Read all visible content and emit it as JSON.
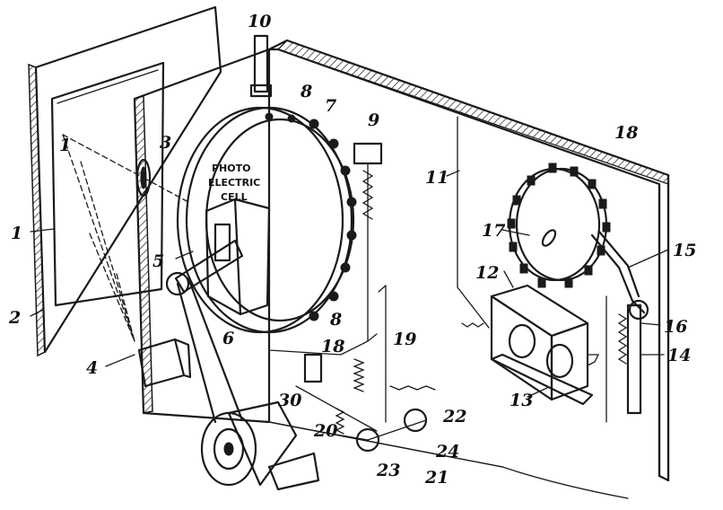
{
  "figure": {
    "cell_label_lines": [
      "PHOTO",
      "ELECTRIC",
      "CELL"
    ],
    "callouts": [
      {
        "id": "c1",
        "text": "1"
      },
      {
        "id": "c1b",
        "text": "1"
      },
      {
        "id": "c2",
        "text": "2"
      },
      {
        "id": "c3",
        "text": "3"
      },
      {
        "id": "c4",
        "text": "4"
      },
      {
        "id": "c5",
        "text": "5"
      },
      {
        "id": "c6",
        "text": "6"
      },
      {
        "id": "c7",
        "text": "7"
      },
      {
        "id": "c8a",
        "text": "8"
      },
      {
        "id": "c8b",
        "text": "8"
      },
      {
        "id": "c9",
        "text": "9"
      },
      {
        "id": "c10",
        "text": "10"
      },
      {
        "id": "c11",
        "text": "11"
      },
      {
        "id": "c12",
        "text": "12"
      },
      {
        "id": "c13",
        "text": "13"
      },
      {
        "id": "c14",
        "text": "14"
      },
      {
        "id": "c15",
        "text": "15"
      },
      {
        "id": "c16",
        "text": "16"
      },
      {
        "id": "c17",
        "text": "17"
      },
      {
        "id": "c18",
        "text": "18"
      },
      {
        "id": "c18b",
        "text": "18"
      },
      {
        "id": "c19",
        "text": "19"
      },
      {
        "id": "c20",
        "text": "20"
      },
      {
        "id": "c21",
        "text": "21"
      },
      {
        "id": "c22",
        "text": "22"
      },
      {
        "id": "c23",
        "text": "23"
      },
      {
        "id": "c24",
        "text": "24"
      },
      {
        "id": "c30",
        "text": "30"
      }
    ]
  }
}
